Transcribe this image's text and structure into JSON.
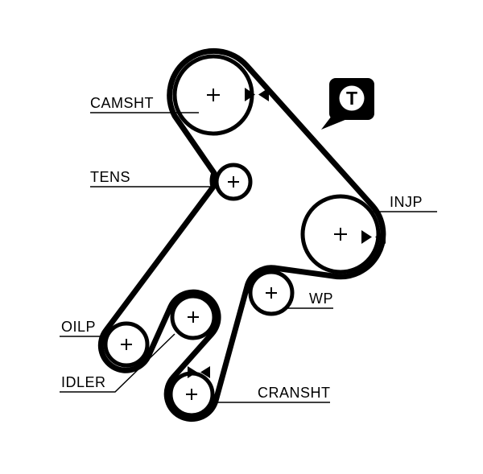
{
  "diagram": {
    "type": "timing-belt-routing-diagram",
    "colors": {
      "line": "#000000",
      "background": "#ffffff"
    },
    "pulleys": [
      {
        "id": "camsht",
        "label": "CAMSHT"
      },
      {
        "id": "tens",
        "label": "TENS"
      },
      {
        "id": "injp",
        "label": "INJP"
      },
      {
        "id": "wp",
        "label": "WP"
      },
      {
        "id": "oilp",
        "label": "OILP"
      },
      {
        "id": "idler",
        "label": "IDLER"
      },
      {
        "id": "cransht",
        "label": "CRANSHT"
      }
    ],
    "tool_badge": {
      "letter": "T"
    }
  }
}
